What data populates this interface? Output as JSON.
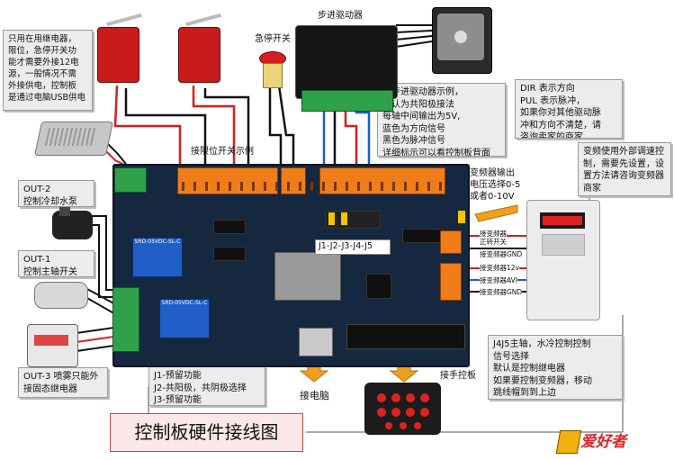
{
  "notes": {
    "limit_power": "只用在用继电器，\n限位，急停开关功\n能才需要外接12电\n源，一般情况不需\n外接供电，控制板\n是通过电脑USB供电",
    "stepper_example": "接步进驱动器示例，\n默认为共阳极接法\n每轴中间输出为5V,\n蓝色为方向信号\n黑色为脉冲信号\n详细标示可以看控制板背面",
    "dir_pul": "DIR 表示方向\nPUL 表示脉冲，\n如果你对其他驱动脉\n冲和方向不清楚，请\n咨询卖家的商家",
    "vfd_config": "变频使用外部调速控\n制，需要先设置，设\n置方法请咨询变频器\n商家",
    "out2": "OUT-2\n控制冷却水泵",
    "out1": "OUT-1\n控制主轴开关",
    "out3": "OUT-3 喷雾只能外\n接固态继电器",
    "jumpers": "J1-预留功能\nJ2-共阳极，共阴极选择\nJ3-预留功能",
    "j4j5": "J4J5主轴，水冷控制控制\n信号选择\n默认是控制继电器\n如果要控制变频器，移动\n跳线帽到到上边"
  },
  "labels": {
    "stepper_driver": "步进驱动器",
    "estop": "急停开关",
    "limit_switch_example": "接限位开关示例",
    "vfd_output": "变频器输出\n电压选择0-5\n或者0-10V",
    "jumper_row": "J1-J2-J3-J4-J5",
    "to_pc": "接电脑",
    "handwheel": "接手控板",
    "main_title": "控制板硬件接线图",
    "logo": "爱好者"
  },
  "vfd_connections": [
    "接变频器\n正转开关",
    "接变频器GND",
    "接变频器12v",
    "接变频器AVI",
    "接变频器GND"
  ],
  "colors": {
    "board": "#15283f",
    "terminal_orange": "#ef7d1a",
    "terminal_green": "#2fa14b",
    "wire_red": "#d61e1e",
    "wire_blue": "#1e5bd6",
    "arrow": "#f0a020"
  }
}
